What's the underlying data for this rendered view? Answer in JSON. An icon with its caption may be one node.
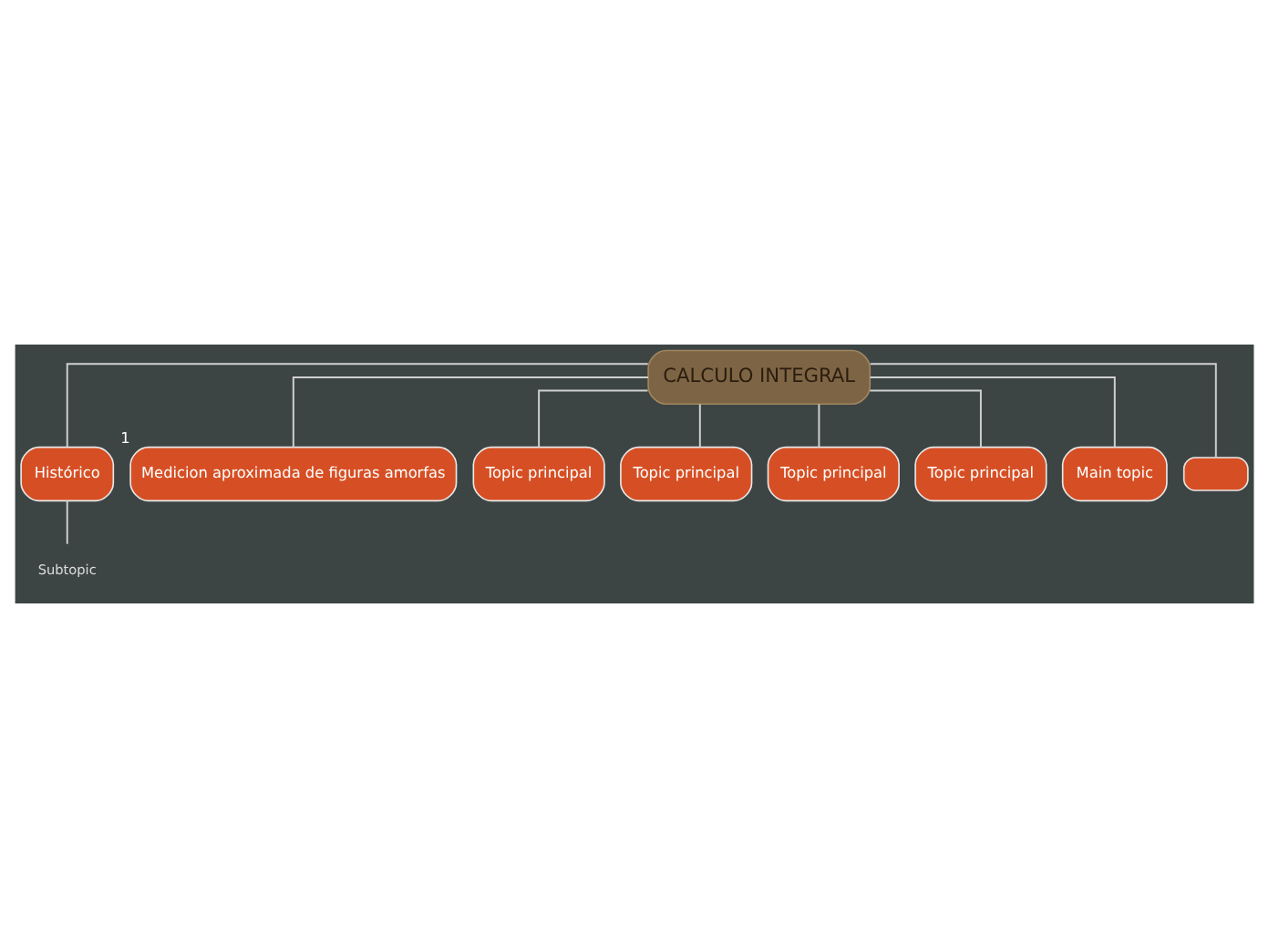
{
  "diagram": {
    "nodes": [
      {
        "text": [
          "CALCULO INTEGRAL"
        ]
      },
      {
        "text": [
          "Histórico"
        ]
      },
      {
        "text": [
          "Subtopic"
        ]
      },
      {
        "text": [
          "Medicion aproximada de figuras amorfas"
        ],
        "beside": [
          "1"
        ]
      },
      {
        "text": [
          "Topic principal"
        ]
      },
      {
        "text": [
          "Topic principal"
        ]
      },
      {
        "text": [
          "Topic principal"
        ]
      },
      {
        "text": [
          "Topic principal"
        ]
      },
      {
        "text": [
          "Main topic"
        ]
      },
      {
        "text": [],
        "shape": "box"
      }
    ],
    "edges": [
      {
        "from": 0,
        "to": 1,
        "arrow": "none"
      },
      {
        "from": 1,
        "to": 2,
        "arrow": "none"
      },
      {
        "from": 0,
        "to": 3,
        "arrow": "none"
      },
      {
        "from": 0,
        "to": 4,
        "arrow": "none"
      },
      {
        "from": 0,
        "to": 5,
        "arrow": "none"
      },
      {
        "from": 0,
        "to": 6,
        "arrow": "none"
      },
      {
        "from": 0,
        "to": 7,
        "arrow": "none"
      },
      {
        "from": 0,
        "to": 8,
        "arrow": "none"
      },
      {
        "from": 0,
        "to": 9,
        "arrow": "none"
      }
    ]
  }
}
